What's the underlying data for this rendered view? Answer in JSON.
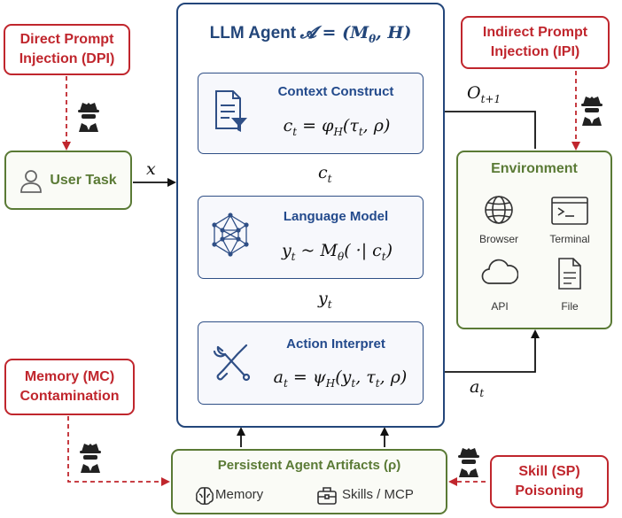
{
  "agent": {
    "title_text": "LLM Agent",
    "title_formula": "𝓐 = (M_θ, H)",
    "modules": {
      "context": {
        "title": "Context Construct",
        "formula": "c_t = φ_H(τ_t, ρ)"
      },
      "language": {
        "title": "Language Model",
        "formula": "y_t ~ M_θ(·| c_t)"
      },
      "action": {
        "title": "Action Interpret",
        "formula": "a_t = ψ_H(y_t, τ_t, ρ)"
      }
    }
  },
  "attacks": {
    "dpi": {
      "line1": "Direct Prompt",
      "line2": "Injection (DPI)"
    },
    "ipi": {
      "line1": "Indirect Prompt",
      "line2": "Injection (IPI)"
    },
    "mc": {
      "line1": "Memory (MC)",
      "line2": "Contamination"
    },
    "sp": {
      "line1": "Skill (SP)",
      "line2": "Poisoning"
    }
  },
  "user_task": {
    "label": "User Task"
  },
  "environment": {
    "title": "Environment",
    "items": [
      "Browser",
      "Terminal",
      "API",
      "File"
    ]
  },
  "artifacts": {
    "title": "Persistent Agent Artifacts (ρ)",
    "memory": "Memory",
    "skills": "Skills / MCP"
  },
  "edge_labels": {
    "x": "x",
    "ct": "c_t",
    "yt": "y_t",
    "at": "a_t",
    "ot1": "O_t+1"
  },
  "colors": {
    "red": "#c0262d",
    "green": "#5a7a35",
    "blue": "#234a8c"
  }
}
